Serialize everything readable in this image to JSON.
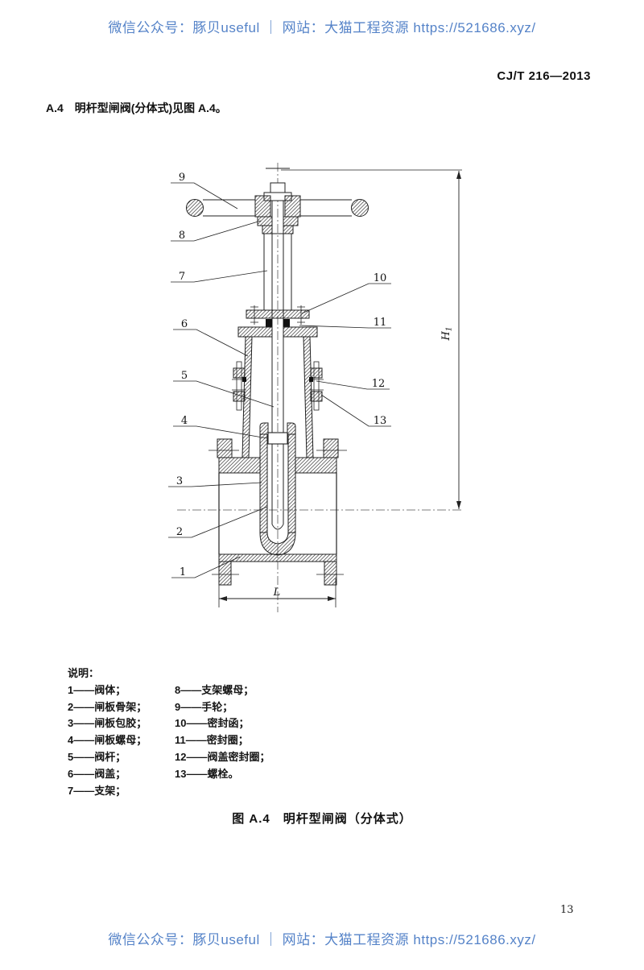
{
  "watermark": {
    "text": "微信公众号：豚贝useful ｜ 网站：大猫工程资源 https://521686.xyz/",
    "color": "#5583c8"
  },
  "header": {
    "doc_number": "CJ/T 216—2013"
  },
  "intro": {
    "clause": "A.4",
    "text": "明杆型闸阀(分体式)见图 A.4。"
  },
  "figure": {
    "caption": "图 A.4　明杆型闸阀（分体式）",
    "dimensions": {
      "height": "H",
      "height_subscript": "1",
      "length": "L"
    },
    "callouts": [
      "1",
      "2",
      "3",
      "4",
      "5",
      "6",
      "7",
      "8",
      "9",
      "10",
      "11",
      "12",
      "13"
    ]
  },
  "legend": {
    "title": "说明：",
    "col1": [
      "1——阀体；",
      "2——闸板骨架；",
      "3——闸板包胶；",
      "4——闸板螺母；",
      "5——阀杆；",
      "6——阀盖；",
      "7——支架；"
    ],
    "col2": [
      "8——支架螺母；",
      "9——手轮；",
      "10——密封函；",
      "11——密封圈；",
      "12——阀盖密封圈；",
      "13——螺栓。"
    ]
  },
  "page_number": "13"
}
